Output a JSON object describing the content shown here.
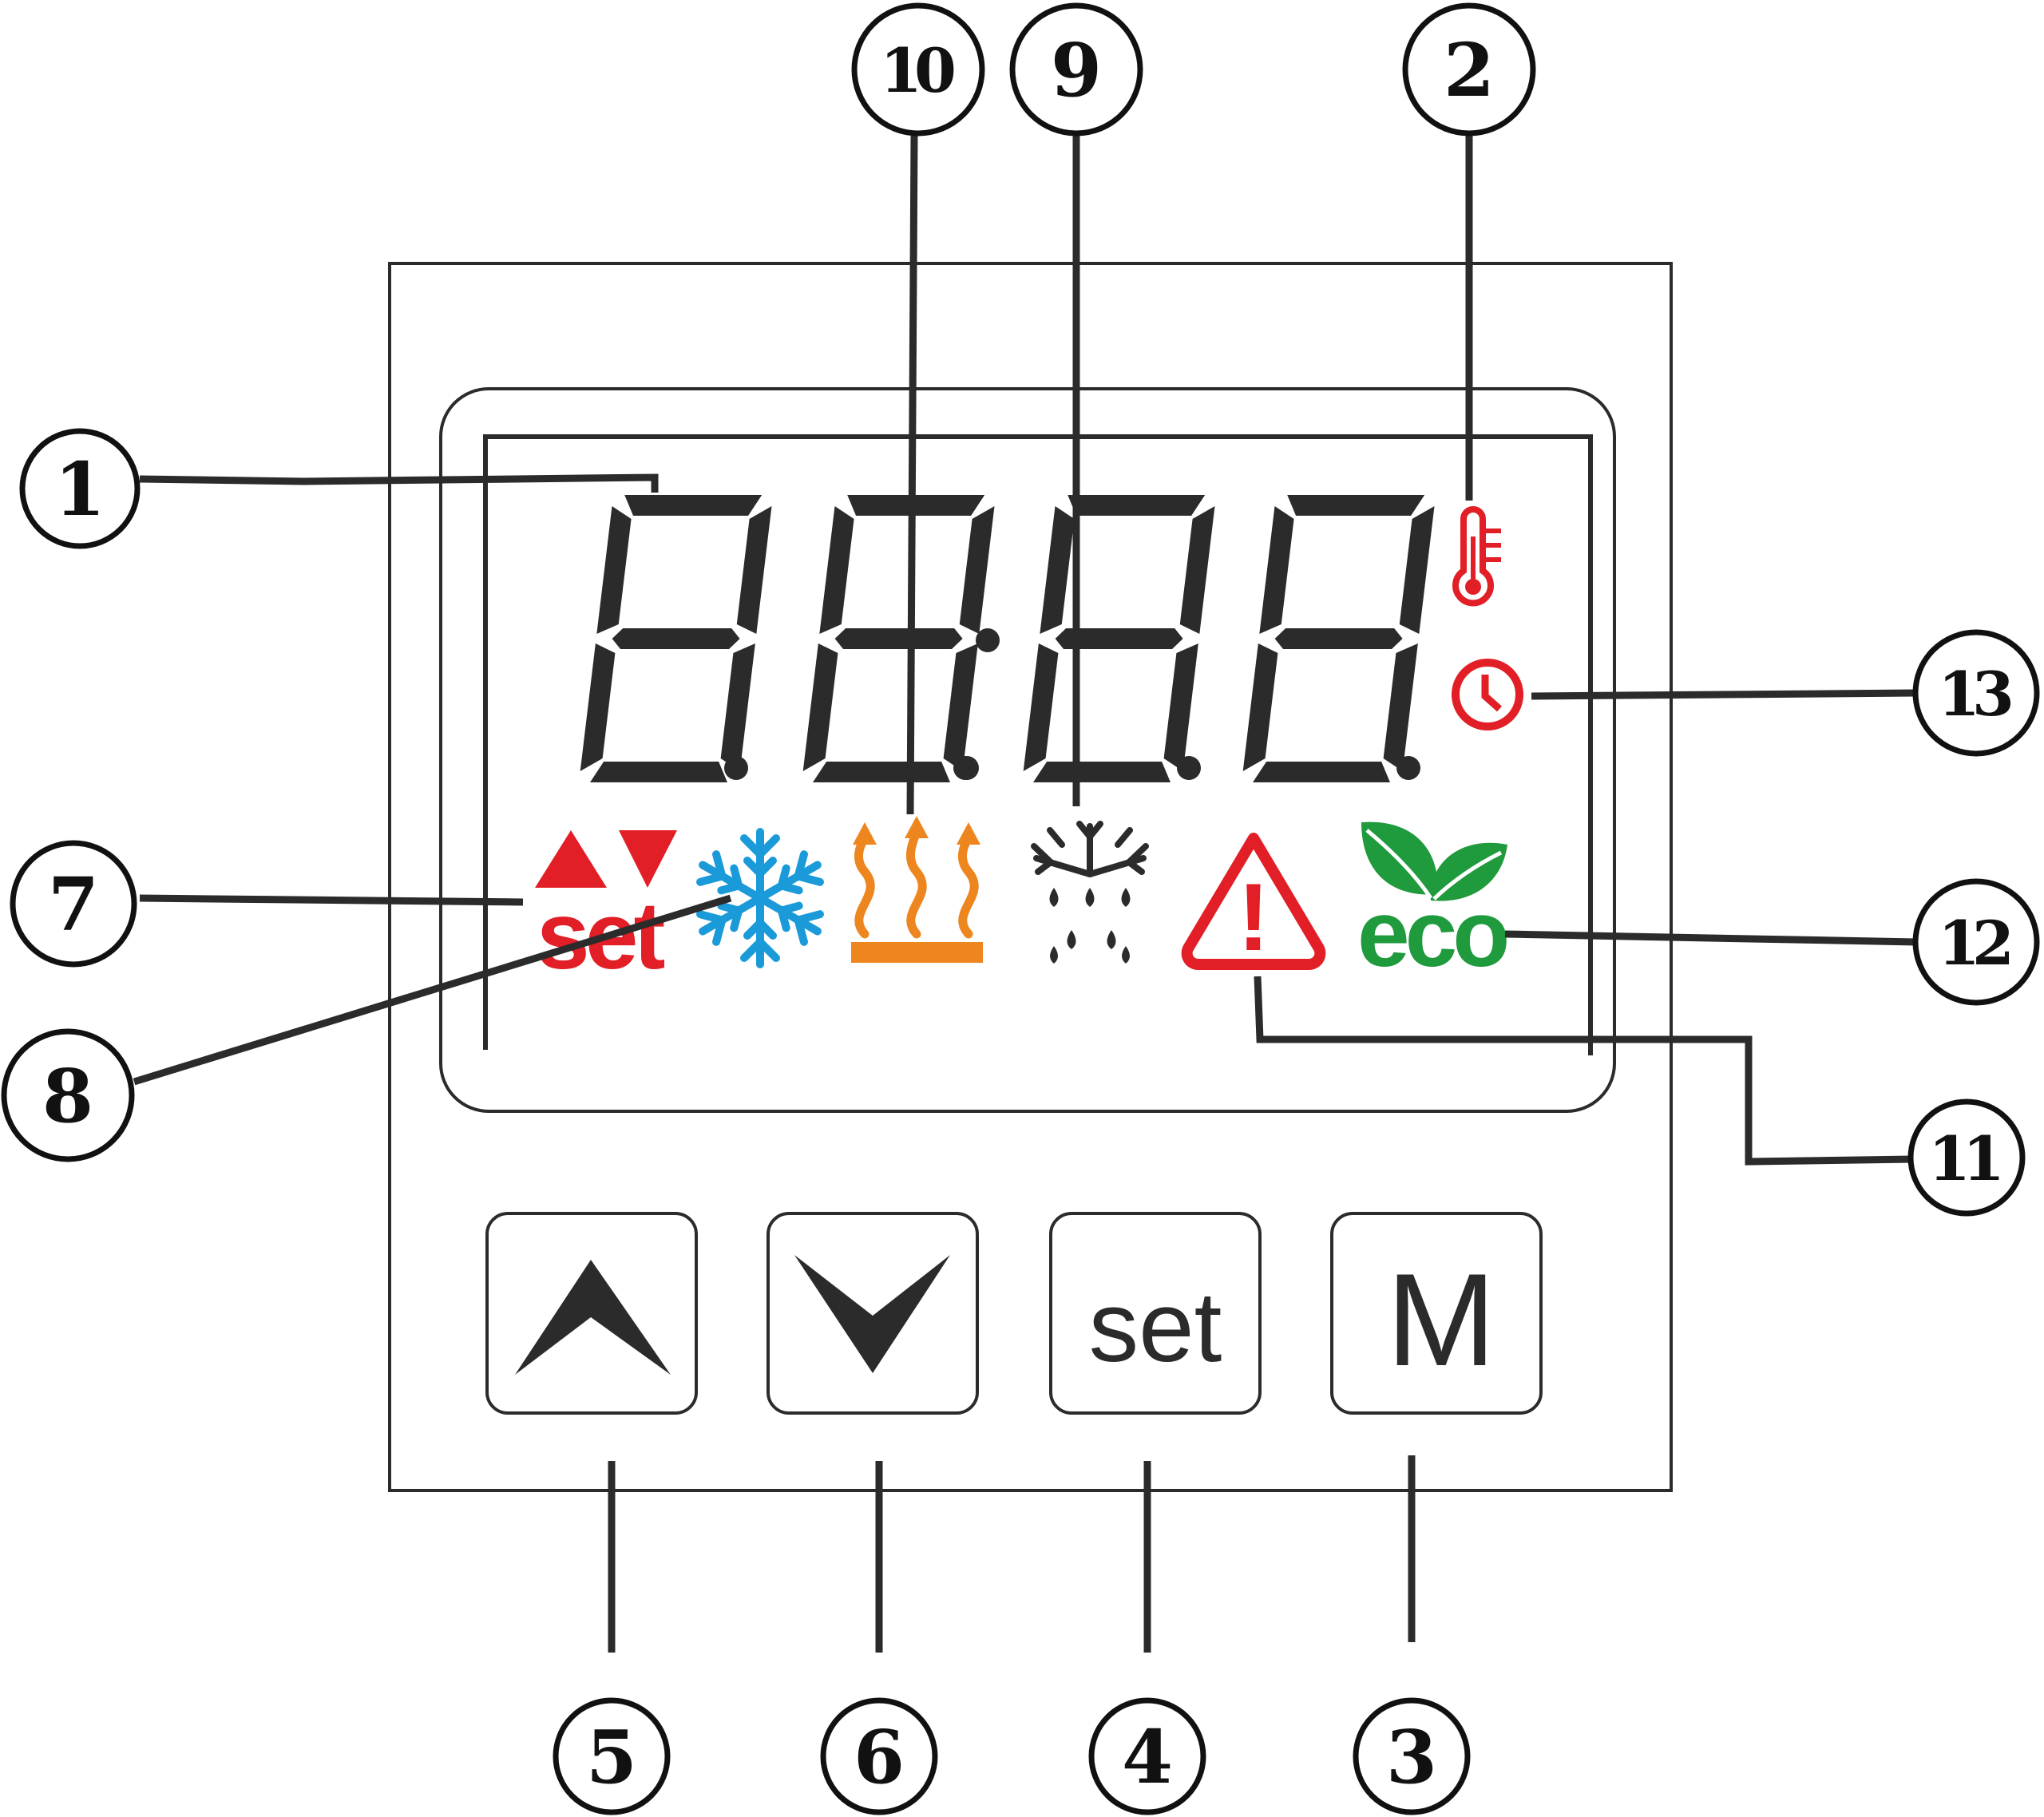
{
  "colors": {
    "line": "#2b2b2b",
    "red": "#e21e26",
    "blue": "#1a9ad9",
    "orange": "#ee8620",
    "green": "#1f9a3c",
    "green_dark": "#17792f"
  },
  "display": {
    "set_indicator": "set",
    "eco_indicator": "eco",
    "alarm_mark": "!"
  },
  "buttons": {
    "up": {
      "icon": "chevron-up-icon"
    },
    "down": {
      "icon": "chevron-down-icon"
    },
    "set": {
      "label": "set"
    },
    "mode": {
      "label": "M"
    }
  },
  "callouts": {
    "c1": "1",
    "c2": "2",
    "c3": "3",
    "c4": "4",
    "c5": "5",
    "c6": "6",
    "c7": "7",
    "c8": "8",
    "c9": "9",
    "c10": "10",
    "c11": "11",
    "c12": "12",
    "c13": "13"
  }
}
